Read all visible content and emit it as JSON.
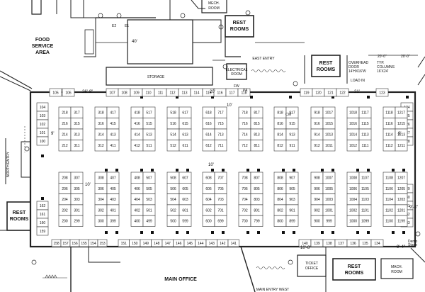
{
  "rooms": {
    "food_service": [
      "FOOD",
      "SERVICE",
      "AREA"
    ],
    "mech_room": [
      "MECH.",
      "ROOM"
    ],
    "rest_top": [
      "REST",
      "ROOMS"
    ],
    "rest_overhead": [
      "REST",
      "ROOMS"
    ],
    "rest_left": [
      "REST",
      "ROOMS"
    ],
    "rest_bottom": [
      "REST",
      "ROOMS"
    ],
    "storage": "STORAGE",
    "electrical": [
      "ELECTRICAL",
      "ROOM"
    ],
    "main_office": "MAIN OFFICE",
    "ticket_office": [
      "TICKET",
      "OFFICE"
    ],
    "mach_room": [
      "MACH.",
      "ROOM"
    ]
  },
  "entries": {
    "east": "EAST ENTRY",
    "north": "NORTH ENTRY",
    "main_west": "MAIN ENTRY WEST"
  },
  "notes": {
    "overhead_door": [
      "OVERHEAD",
      "DOOR",
      "14'HX16'W"
    ],
    "typ_columns": [
      "TYP.",
      "COLUMNS",
      "16'X24'"
    ],
    "load_in": "LOAD IN",
    "e2": "E2",
    "e1": "E1",
    "fw": "FW",
    "pa": "PA",
    "cw": "CW",
    "demo": [
      "Demo",
      "Stage"
    ]
  },
  "dims": {
    "d40": "40'",
    "d26_8": "26'-8\"",
    "d20": "20'",
    "d21": "21'",
    "d10_top": "10'",
    "d10_mid": "10'",
    "d9_left": "9'",
    "d9_right": "9'",
    "d10_left": "10'",
    "d9_8": "9'-8\"",
    "d10_8": "10'-8\"",
    "d9_4": "9'-4\"",
    "d20a": "20'-0\"",
    "d20b": "20'-0\""
  },
  "booths": {
    "top_wall": [
      "105",
      "106",
      "107",
      "108",
      "109",
      "110",
      "111",
      "112",
      "113",
      "114",
      "115",
      "116",
      "117",
      "118",
      "119",
      "120",
      "121",
      "122",
      "123"
    ],
    "left_wall_upper": [
      "104",
      "103",
      "102",
      "101",
      "100"
    ],
    "left_wall_lower": [
      "162",
      "161",
      "160",
      "159"
    ],
    "bottom_wall_left": [
      "158",
      "157",
      "156",
      "155",
      "154",
      "153"
    ],
    "bottom_wall_mid": [
      "151",
      "150",
      "149",
      "148",
      "147",
      "146",
      "145",
      "144",
      "143",
      "142",
      "141"
    ],
    "bottom_wall_right": [
      "140",
      "139",
      "138",
      "137",
      "136",
      "135",
      "134"
    ],
    "right_wall_upper": [
      "124",
      "125",
      "126",
      "127",
      "128"
    ],
    "right_wall_lower": [
      "129",
      "130",
      "131",
      "132",
      "133"
    ],
    "upper_blocks": [
      [
        "218",
        "317",
        "216",
        "315",
        "214",
        "313",
        "212",
        "311"
      ],
      [
        "318",
        "417",
        "316",
        "415",
        "314",
        "413",
        "312",
        "411"
      ],
      [
        "418",
        "517",
        "416",
        "515",
        "414",
        "513",
        "412",
        "511"
      ],
      [
        "518",
        "617",
        "516",
        "615",
        "514",
        "613",
        "512",
        "611"
      ],
      [
        "618",
        "717",
        "616",
        "715",
        "614",
        "713",
        "612",
        "711"
      ],
      [
        "718",
        "817",
        "716",
        "815",
        "714",
        "813",
        "712",
        "811"
      ],
      [
        "818",
        "917",
        "816",
        "915",
        "814",
        "913",
        "812",
        "911"
      ],
      [
        "918",
        "1017",
        "916",
        "1015",
        "914",
        "1013",
        "912",
        "1011"
      ],
      [
        "1018",
        "1117",
        "1016",
        "1115",
        "1014",
        "1113",
        "1012",
        "1111"
      ],
      [
        "1118",
        "1217",
        "1116",
        "1215",
        "1114",
        "1213",
        "1112",
        "1211"
      ]
    ],
    "lower_blocks": [
      [
        "208",
        "307",
        "206",
        "305",
        "204",
        "303",
        "202",
        "301",
        "200",
        "299"
      ],
      [
        "308",
        "407",
        "306",
        "405",
        "304",
        "403",
        "302",
        "401",
        "300",
        "399"
      ],
      [
        "408",
        "507",
        "406",
        "505",
        "404",
        "503",
        "402",
        "501",
        "400",
        "499"
      ],
      [
        "508",
        "607",
        "506",
        "605",
        "504",
        "603",
        "502",
        "601",
        "500",
        "599"
      ],
      [
        "608",
        "707",
        "606",
        "705",
        "604",
        "703",
        "602",
        "701",
        "600",
        "699"
      ],
      [
        "708",
        "807",
        "706",
        "805",
        "704",
        "803",
        "702",
        "801",
        "700",
        "799"
      ],
      [
        "808",
        "907",
        "806",
        "905",
        "804",
        "903",
        "802",
        "901",
        "800",
        "899"
      ],
      [
        "908",
        "1007",
        "906",
        "1005",
        "904",
        "1003",
        "902",
        "1001",
        "900",
        "999"
      ],
      [
        "1008",
        "1107",
        "1006",
        "1105",
        "1004",
        "1103",
        "1002",
        "1101",
        "1000",
        "1099"
      ],
      [
        "1108",
        "1207",
        "1106",
        "1205",
        "1104",
        "1203",
        "1102",
        "1201",
        "1100",
        "1199"
      ]
    ]
  }
}
